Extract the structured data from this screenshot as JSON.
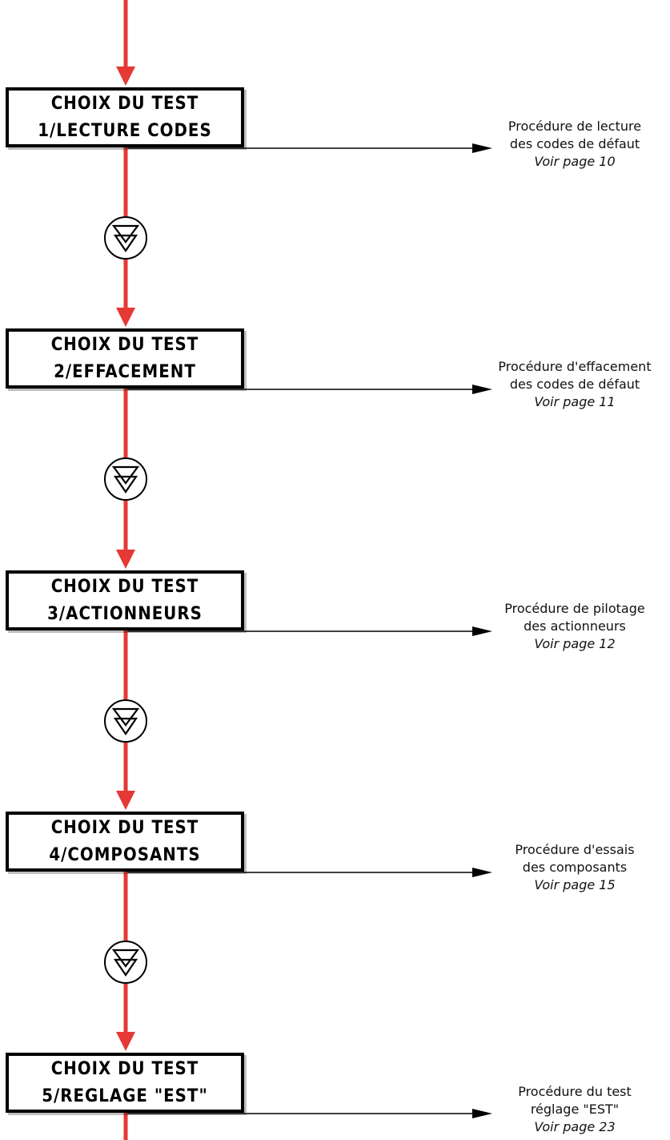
{
  "colors": {
    "flow_line": "#e53935",
    "box_border": "#000000",
    "branch_line": "#000000"
  },
  "icons": {
    "step_symbol": "double-down-triangle-in-circle-icon",
    "branch_arrow": "arrow-right-icon"
  },
  "steps": [
    {
      "title": "CHOIX DU TEST",
      "label": "1/LECTURE CODES",
      "note": {
        "line1": "Procédure de lecture",
        "line2": "des codes de défaut",
        "ref": "Voir page 10"
      }
    },
    {
      "title": "CHOIX DU TEST",
      "label": "2/EFFACEMENT",
      "note": {
        "line1": "Procédure d'effacement",
        "line2": "des codes de défaut",
        "ref": "Voir page 11"
      }
    },
    {
      "title": "CHOIX DU TEST",
      "label": "3/ACTIONNEURS",
      "note": {
        "line1": "Procédure de pilotage",
        "line2": "des actionneurs",
        "ref": "Voir page 12"
      }
    },
    {
      "title": "CHOIX DU TEST",
      "label": "4/COMPOSANTS",
      "note": {
        "line1": "Procédure d'essais",
        "line2": "des composants",
        "ref": "Voir page 15"
      }
    },
    {
      "title": "CHOIX DU TEST",
      "label": "5/REGLAGE \"EST\"",
      "note": {
        "line1": "Procédure du test",
        "line2": "réglage \"EST\"",
        "ref": "Voir page 23"
      }
    }
  ]
}
